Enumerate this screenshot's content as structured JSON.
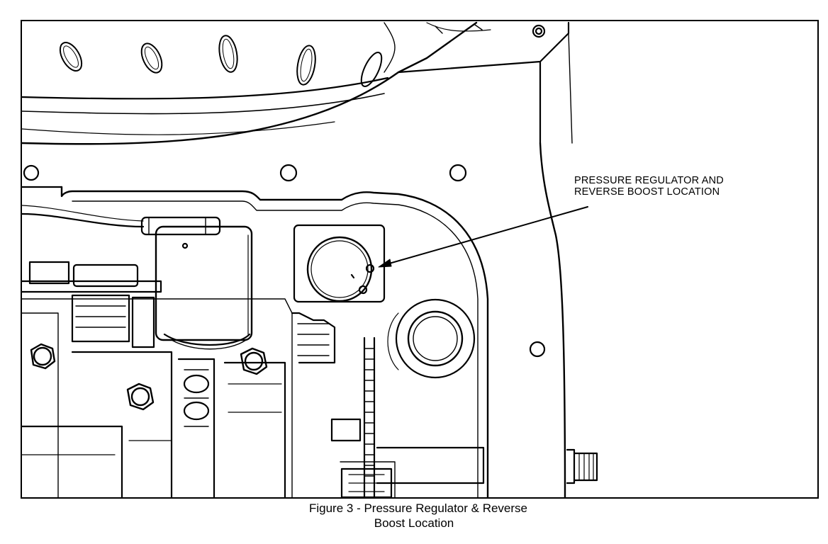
{
  "callout": {
    "line1": "PRESSURE REGULATOR AND",
    "line2": "REVERSE BOOST LOCATION"
  },
  "caption": {
    "line1": "Figure 3 - Pressure Regulator & Reverse",
    "line2": "Boost Location"
  }
}
